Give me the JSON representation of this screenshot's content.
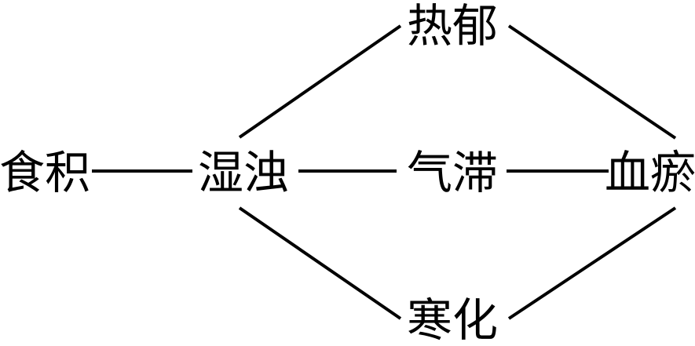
{
  "nodes": {
    "food": "食积",
    "damp": "湿浊",
    "qi": "气滞",
    "blood": "血瘀",
    "heat": "热郁",
    "cold": "寒化"
  },
  "edges": [
    [
      "food",
      "damp"
    ],
    [
      "damp",
      "qi"
    ],
    [
      "qi",
      "blood"
    ],
    [
      "damp",
      "heat"
    ],
    [
      "heat",
      "blood"
    ],
    [
      "damp",
      "cold"
    ],
    [
      "cold",
      "blood"
    ]
  ],
  "colors": {
    "line": "#000000",
    "text": "#000000"
  }
}
